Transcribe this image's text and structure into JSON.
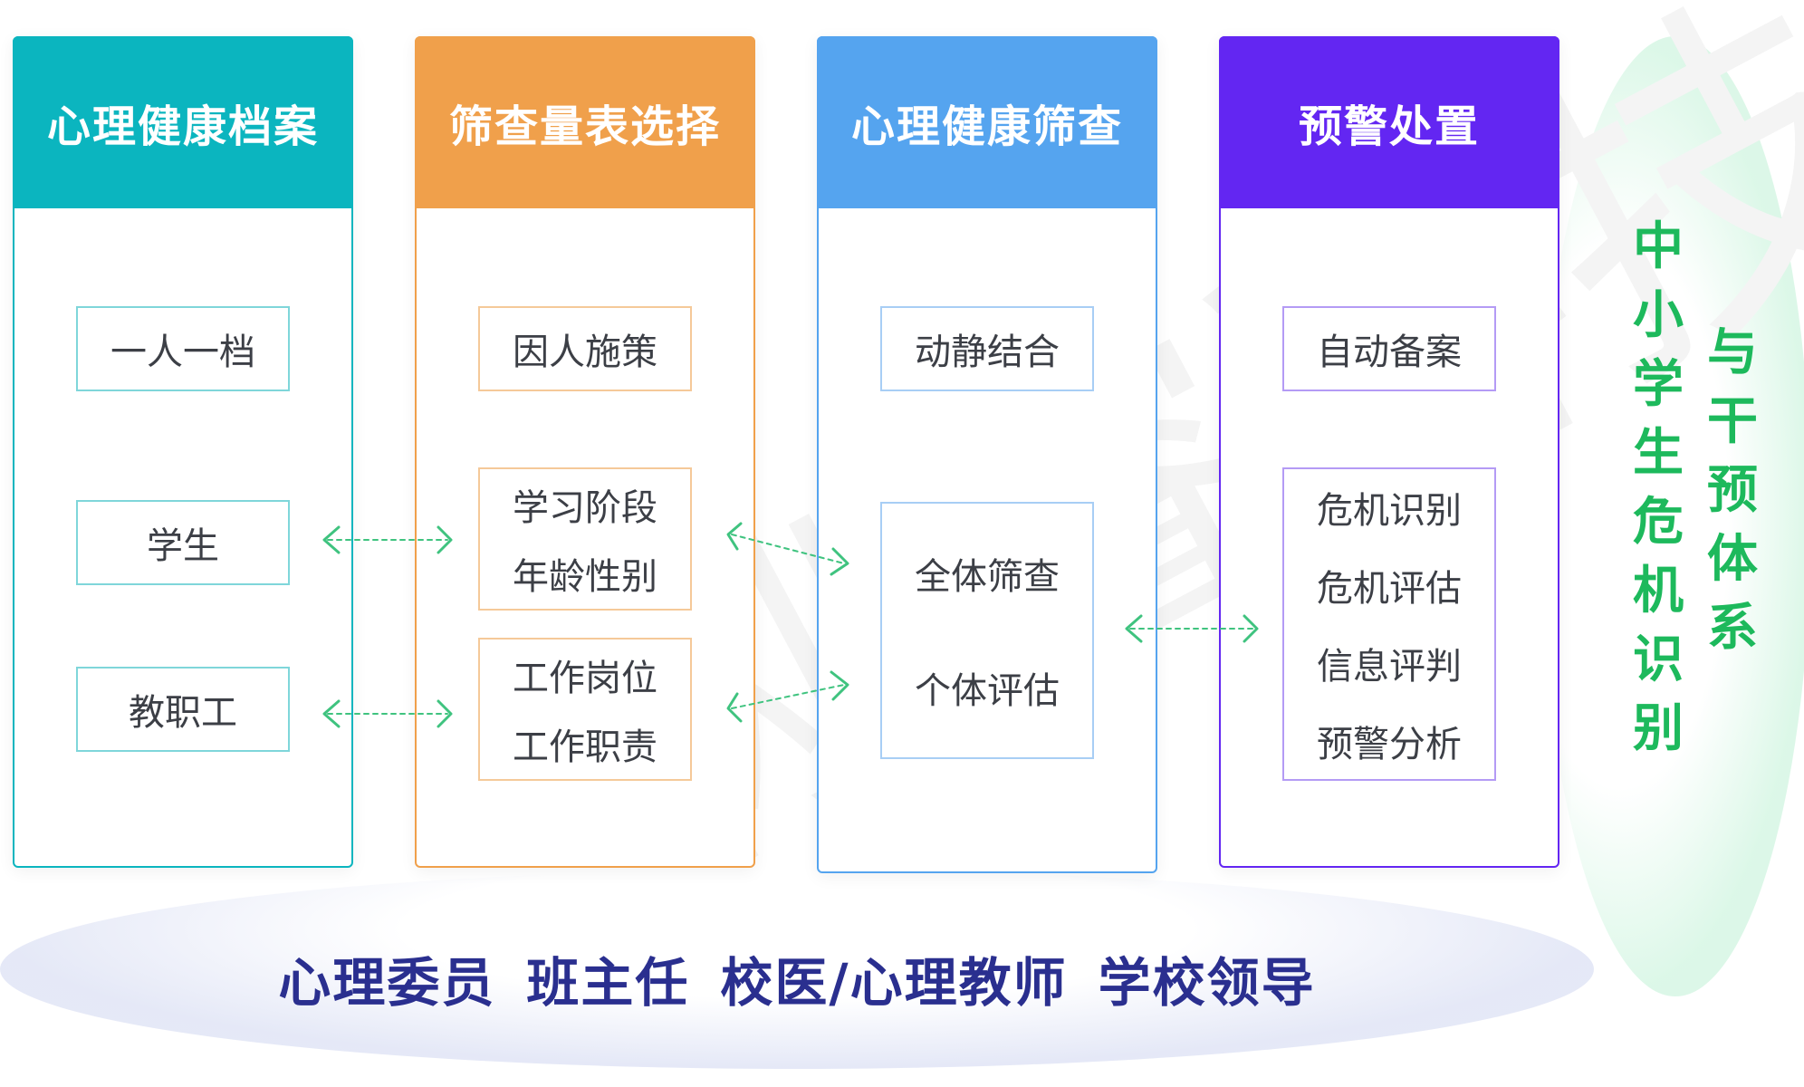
{
  "colors": {
    "teal": "#0bb5bf",
    "orange": "#f0a04b",
    "blue": "#55a4ef",
    "purple": "#6326f2",
    "green": "#1db95c",
    "navy": "#2a2f8f",
    "arrow": "#3fc37f"
  },
  "columns": [
    {
      "title": "心理健康档案",
      "boxes": [
        {
          "lines": [
            "一人一档"
          ]
        },
        {
          "lines": [
            "学生"
          ]
        },
        {
          "lines": [
            "教职工"
          ]
        }
      ]
    },
    {
      "title": "筛查量表选择",
      "boxes": [
        {
          "lines": [
            "因人施策"
          ]
        },
        {
          "lines": [
            "学习阶段",
            "年龄性别"
          ]
        },
        {
          "lines": [
            "工作岗位",
            "工作职责"
          ]
        }
      ]
    },
    {
      "title": "心理健康筛查",
      "boxes": [
        {
          "lines": [
            "动静结合"
          ]
        },
        {
          "lines": [
            "全体筛查",
            "个体评估"
          ]
        }
      ]
    },
    {
      "title": "预警处置",
      "boxes": [
        {
          "lines": [
            "自动备案"
          ]
        },
        {
          "lines": [
            "危机识别",
            "危机评估",
            "信息评判",
            "预警分析"
          ]
        }
      ]
    }
  ],
  "side_title": {
    "col1": "中小学生危机识别",
    "col2": "与干预体系"
  },
  "roles": [
    "心理委员",
    "班主任",
    "校医/心理教师",
    "学校领导"
  ],
  "watermark": "刚睿科技"
}
